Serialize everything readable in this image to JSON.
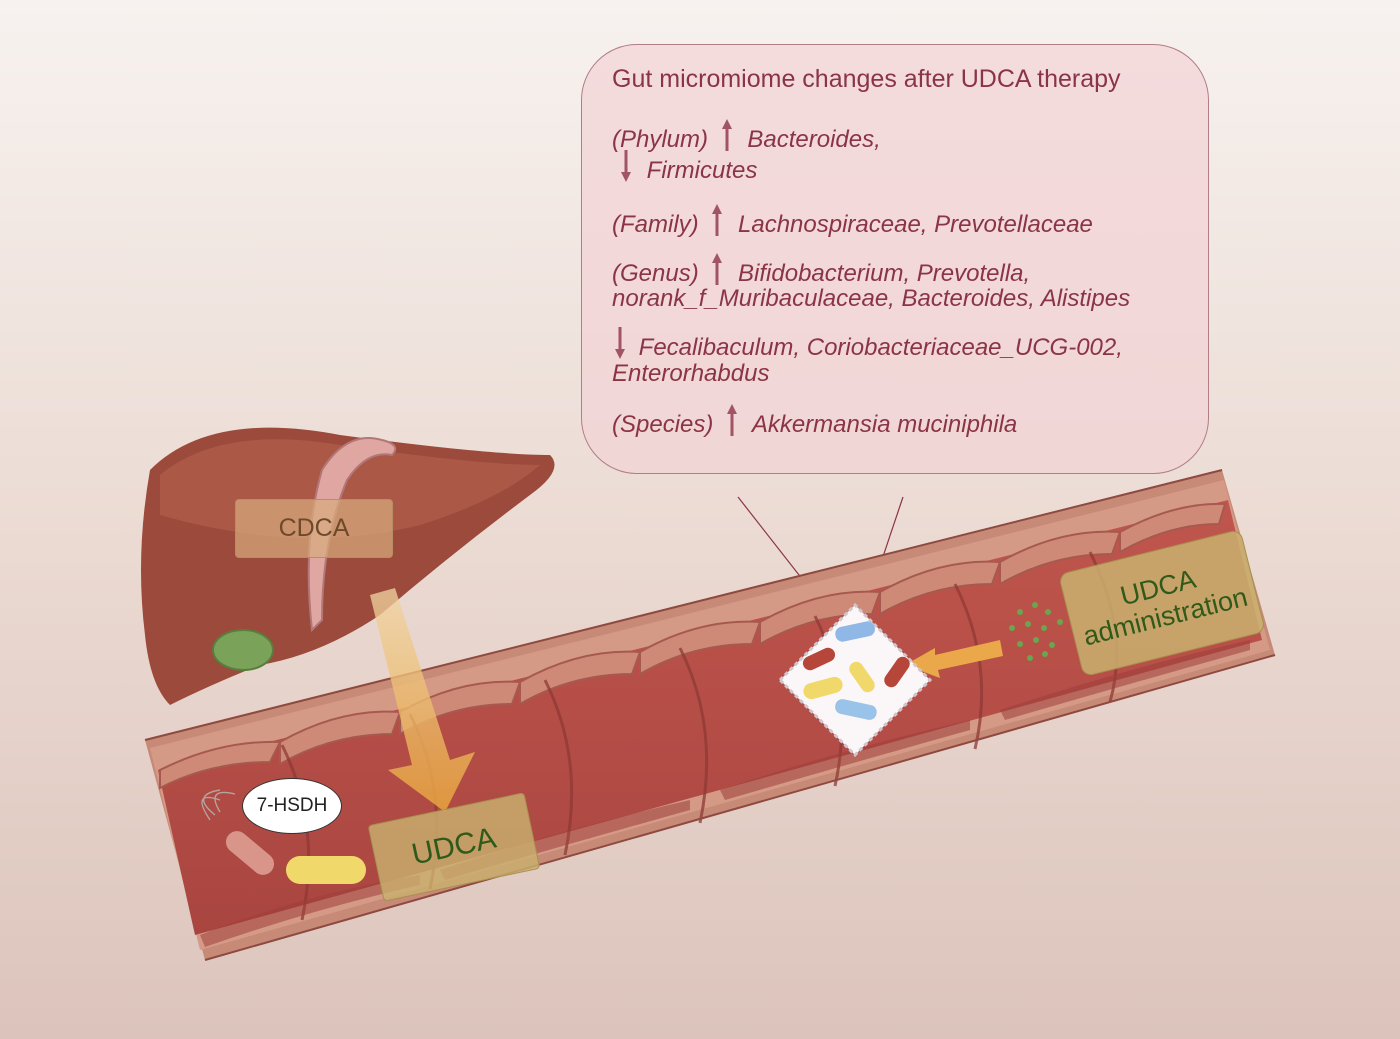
{
  "callout": {
    "title": "Gut micromiome changes after UDCA therapy",
    "phylum_tag": "(Phylum)",
    "phylum_up": "Bacteroides,",
    "phylum_down": "Firmicutes",
    "family_tag": "(Family)",
    "family_up": "Lachnospiraceae, Prevotellaceae",
    "genus_tag": "(Genus)",
    "genus_up_1": "Bifidobacterium, Prevotella,",
    "genus_up_2": "norank_f_Muribaculaceae, Bacteroides, Alistipes",
    "genus_down_1": "Fecalibaculum, Coriobacteriaceae_UCG-002,",
    "genus_down_2": "Enterorhabdus",
    "species_tag": "(Species)",
    "species_up": "Akkermansia muciniphila"
  },
  "labels": {
    "cdca": "CDCA",
    "enzyme": "7-HSDH",
    "udca_gut": "UDCA",
    "udca_admin_1": "UDCA",
    "udca_admin_2": "administration"
  },
  "colors": {
    "callout_text": "#8a3446",
    "callout_fill": "#f2d2d6",
    "arrow_mark": "#a05466",
    "liver": "#9c4a3c",
    "intestine_outer": "#c98a78",
    "intestine_inner": "#b24f48",
    "label_box": "#c9b06e",
    "label_text": "#2f5a1a",
    "flow_arrow": "#e9b15c"
  },
  "icons": [
    "liver-icon",
    "gallbladder-icon",
    "intestine-icon",
    "bacteria-icon",
    "microbiome-patch-icon",
    "pill-granules-icon",
    "up-arrow-icon",
    "down-arrow-icon"
  ]
}
